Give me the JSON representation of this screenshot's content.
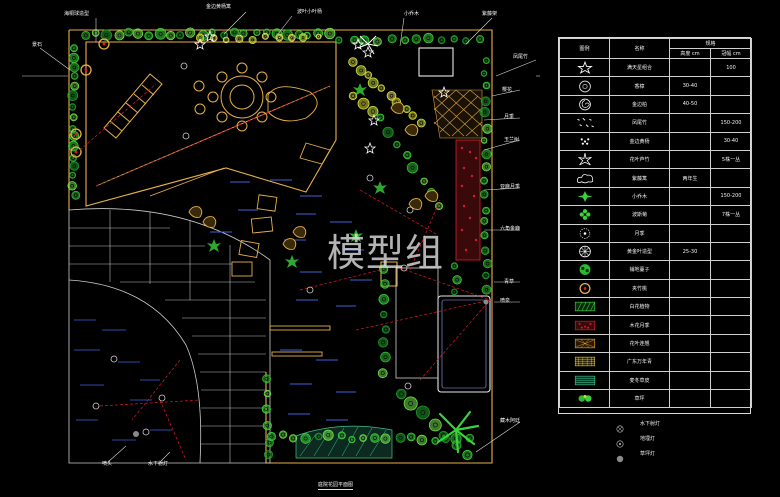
{
  "drawing_title": "庭院花园平面图",
  "watermark": "模型组",
  "callouts": {
    "top_left_1": "海桐球造型",
    "top_left_2": "金边黄杨篱",
    "top_left_3": "波叶小叶杨",
    "top_right_1": "小乔木",
    "top_right_2": "紫藤架",
    "left_1": "景石",
    "right_1": "凤尾竹",
    "right_2": "樱花",
    "right_3": "月季",
    "right_4": "玉兰树",
    "right_5": "亚麻月季",
    "right_6": "六角金鹿",
    "right_7": "青草",
    "right_8": "喷泉",
    "bottom_right": "藏木阿廷",
    "bottom_left_1": "喷头",
    "bottom_left_2": "水下射灯"
  },
  "legend": {
    "headers": {
      "icon": "图例",
      "name": "名称",
      "spec": "规格",
      "height": "高度",
      "height_unit": "cm",
      "spread": "冠幅",
      "spread_unit": "cm"
    },
    "rows": [
      {
        "icon": "star-shrub-icon",
        "name": "满天星组合",
        "height": "",
        "spread": "100"
      },
      {
        "icon": "circle-shrub-icon",
        "name": "香樟",
        "height": "30-40",
        "spread": ""
      },
      {
        "icon": "spiral-shrub-icon",
        "name": "金边柏",
        "height": "40-50",
        "spread": ""
      },
      {
        "icon": "scatter-leaf-icon",
        "name": "凤尾竹",
        "height": "",
        "spread": "150-200"
      },
      {
        "icon": "dot-cluster-icon",
        "name": "金边黄杨",
        "height": "",
        "spread": "30-40"
      },
      {
        "icon": "spiky-star-icon",
        "name": "花叶芦竹",
        "height": "",
        "spread": "5株一丛"
      },
      {
        "icon": "cloud-shrub-icon",
        "name": "紫藤篱",
        "height": "两年生",
        "spread": ""
      },
      {
        "icon": "leaf-star-icon",
        "name": "小乔木",
        "height": "",
        "spread": "150-200"
      },
      {
        "icon": "flower-icon",
        "name": "波斯菊",
        "height": "",
        "spread": "7株一丛"
      },
      {
        "icon": "daisy-icon",
        "name": "月季",
        "height": "",
        "spread": ""
      },
      {
        "icon": "wheel-icon",
        "name": "黄金叶造型",
        "height": "25-30",
        "spread": ""
      },
      {
        "icon": "bush-icon",
        "name": "铺地蔓子",
        "height": "",
        "spread": ""
      },
      {
        "icon": "ring-icon",
        "name": "夹竹桃",
        "height": "",
        "spread": ""
      },
      {
        "icon": "green-hatch-icon",
        "name": "白花植物",
        "height": "",
        "spread": ""
      },
      {
        "icon": "red-dot-icon",
        "name": "木花月季",
        "height": "",
        "spread": ""
      },
      {
        "icon": "orange-cross-icon",
        "name": "花叶连翘",
        "height": "",
        "spread": ""
      },
      {
        "icon": "gold-weave-icon",
        "name": "广东万年青",
        "height": "",
        "spread": ""
      },
      {
        "icon": "teal-hatch-icon",
        "name": "麦冬草皮",
        "height": "",
        "spread": ""
      },
      {
        "icon": "flower-bed-icon",
        "name": "草坪",
        "height": "",
        "spread": ""
      }
    ],
    "extras": [
      {
        "icon": "underwater-light-icon",
        "label": "水下射灯"
      },
      {
        "icon": "ground-light-icon",
        "label": "地埋灯"
      },
      {
        "icon": "lawn-light-icon",
        "label": "草坪灯"
      }
    ]
  },
  "colors": {
    "background": "#000000",
    "outline": "#e8b048",
    "lines": "#d9d9d9",
    "red_lines": "#e0182c",
    "water": "#3f5fd8",
    "foliage": "#3ad23a",
    "yellow_foliage": "#d8d83a"
  }
}
